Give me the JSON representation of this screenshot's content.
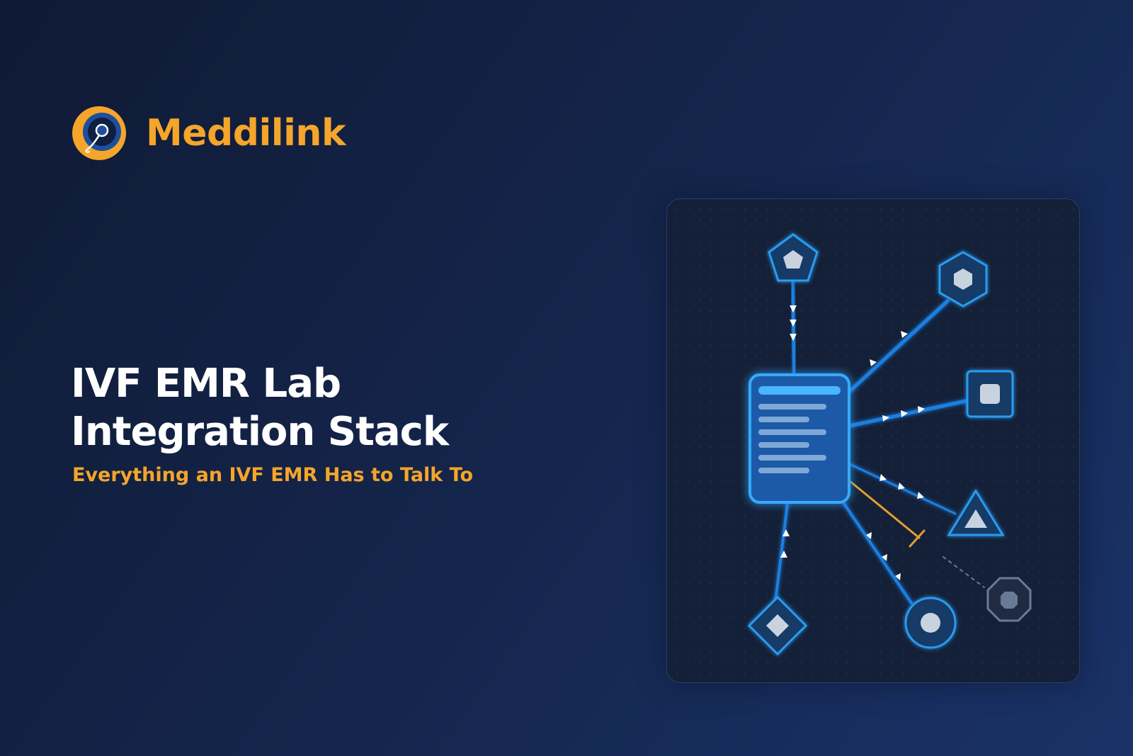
{
  "brand": {
    "name": "Meddilink",
    "primary_color": "#f4a52a",
    "accent_color": "#1e6fd6"
  },
  "headline": {
    "title_line1": "IVF EMR Lab",
    "title_line2": "Integration Stack",
    "subtitle": "Everything an IVF EMR Has to Talk To"
  },
  "diagram": {
    "hub_icon": "document-hub-icon",
    "nodes": [
      {
        "id": "pentagon",
        "icon": "pentagon-node-icon",
        "status": "connected"
      },
      {
        "id": "hexagon",
        "icon": "hexagon-node-icon",
        "status": "connected"
      },
      {
        "id": "square",
        "icon": "square-node-icon",
        "status": "connected"
      },
      {
        "id": "triangle",
        "icon": "triangle-node-icon",
        "status": "connected"
      },
      {
        "id": "octagon",
        "icon": "octagon-node-icon",
        "status": "disconnected"
      },
      {
        "id": "circle",
        "icon": "circle-node-icon",
        "status": "connected"
      },
      {
        "id": "diamond",
        "icon": "diamond-node-icon",
        "status": "connected"
      }
    ],
    "colors": {
      "link": "#1a7fe0",
      "node_stroke": "#2a9bf0",
      "node_fill": "#183a66",
      "blocked_link": "#e0a030",
      "inactive": "#6b7a94"
    }
  }
}
